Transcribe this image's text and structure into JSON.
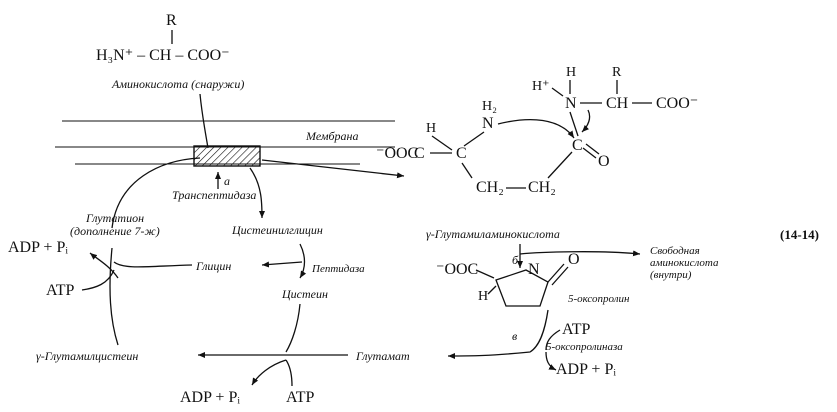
{
  "equation_number": "(14-14)",
  "amino_acid_outside": {
    "r_group": "R",
    "formula": "H₃N⁺ – CH – COO⁻",
    "caption": "Аминокислота (снаружи)"
  },
  "membrane_label": "Мембрана",
  "transpeptidase": {
    "step": "а",
    "label": "Транспептидаза"
  },
  "glutathione_label": [
    "Глутатион",
    "(дополнение 7-ж)"
  ],
  "cysteinylglycine_label": "Цистеинилглицин",
  "peptidase_label": "Пептидаза",
  "glycine_label": "Глицин",
  "cysteine_label": "Цистеин",
  "gamma_glutamylcysteine_label": "γ-Глутамилцистеин",
  "glutamate_label": "Глутамат",
  "atp": "ATP",
  "adp_pi": "ADP + Pᵢ",
  "gamma_glutamyl_aa": {
    "caption": "γ-Глутамиламинокислота",
    "H": "H",
    "H2": "H₂",
    "N": "N",
    "C": "C",
    "O": "O",
    "R": "R",
    "H_plus": "H⁺",
    "CH": "CH",
    "CH2": "CH₂",
    "COO_minus": "COO⁻",
    "minus_OOC": "⁻OOC"
  },
  "step_b": "б",
  "free_amino_acid_label": [
    "Свободная",
    "аминокислота",
    "(внутри)"
  ],
  "oxoproline": {
    "minus_OOC": "⁻OOC",
    "N": "N",
    "H": "H",
    "O": "O",
    "caption": "5-оксопролин"
  },
  "step_v": "в",
  "oxoprolinase_label": "5-оксопролиназа"
}
